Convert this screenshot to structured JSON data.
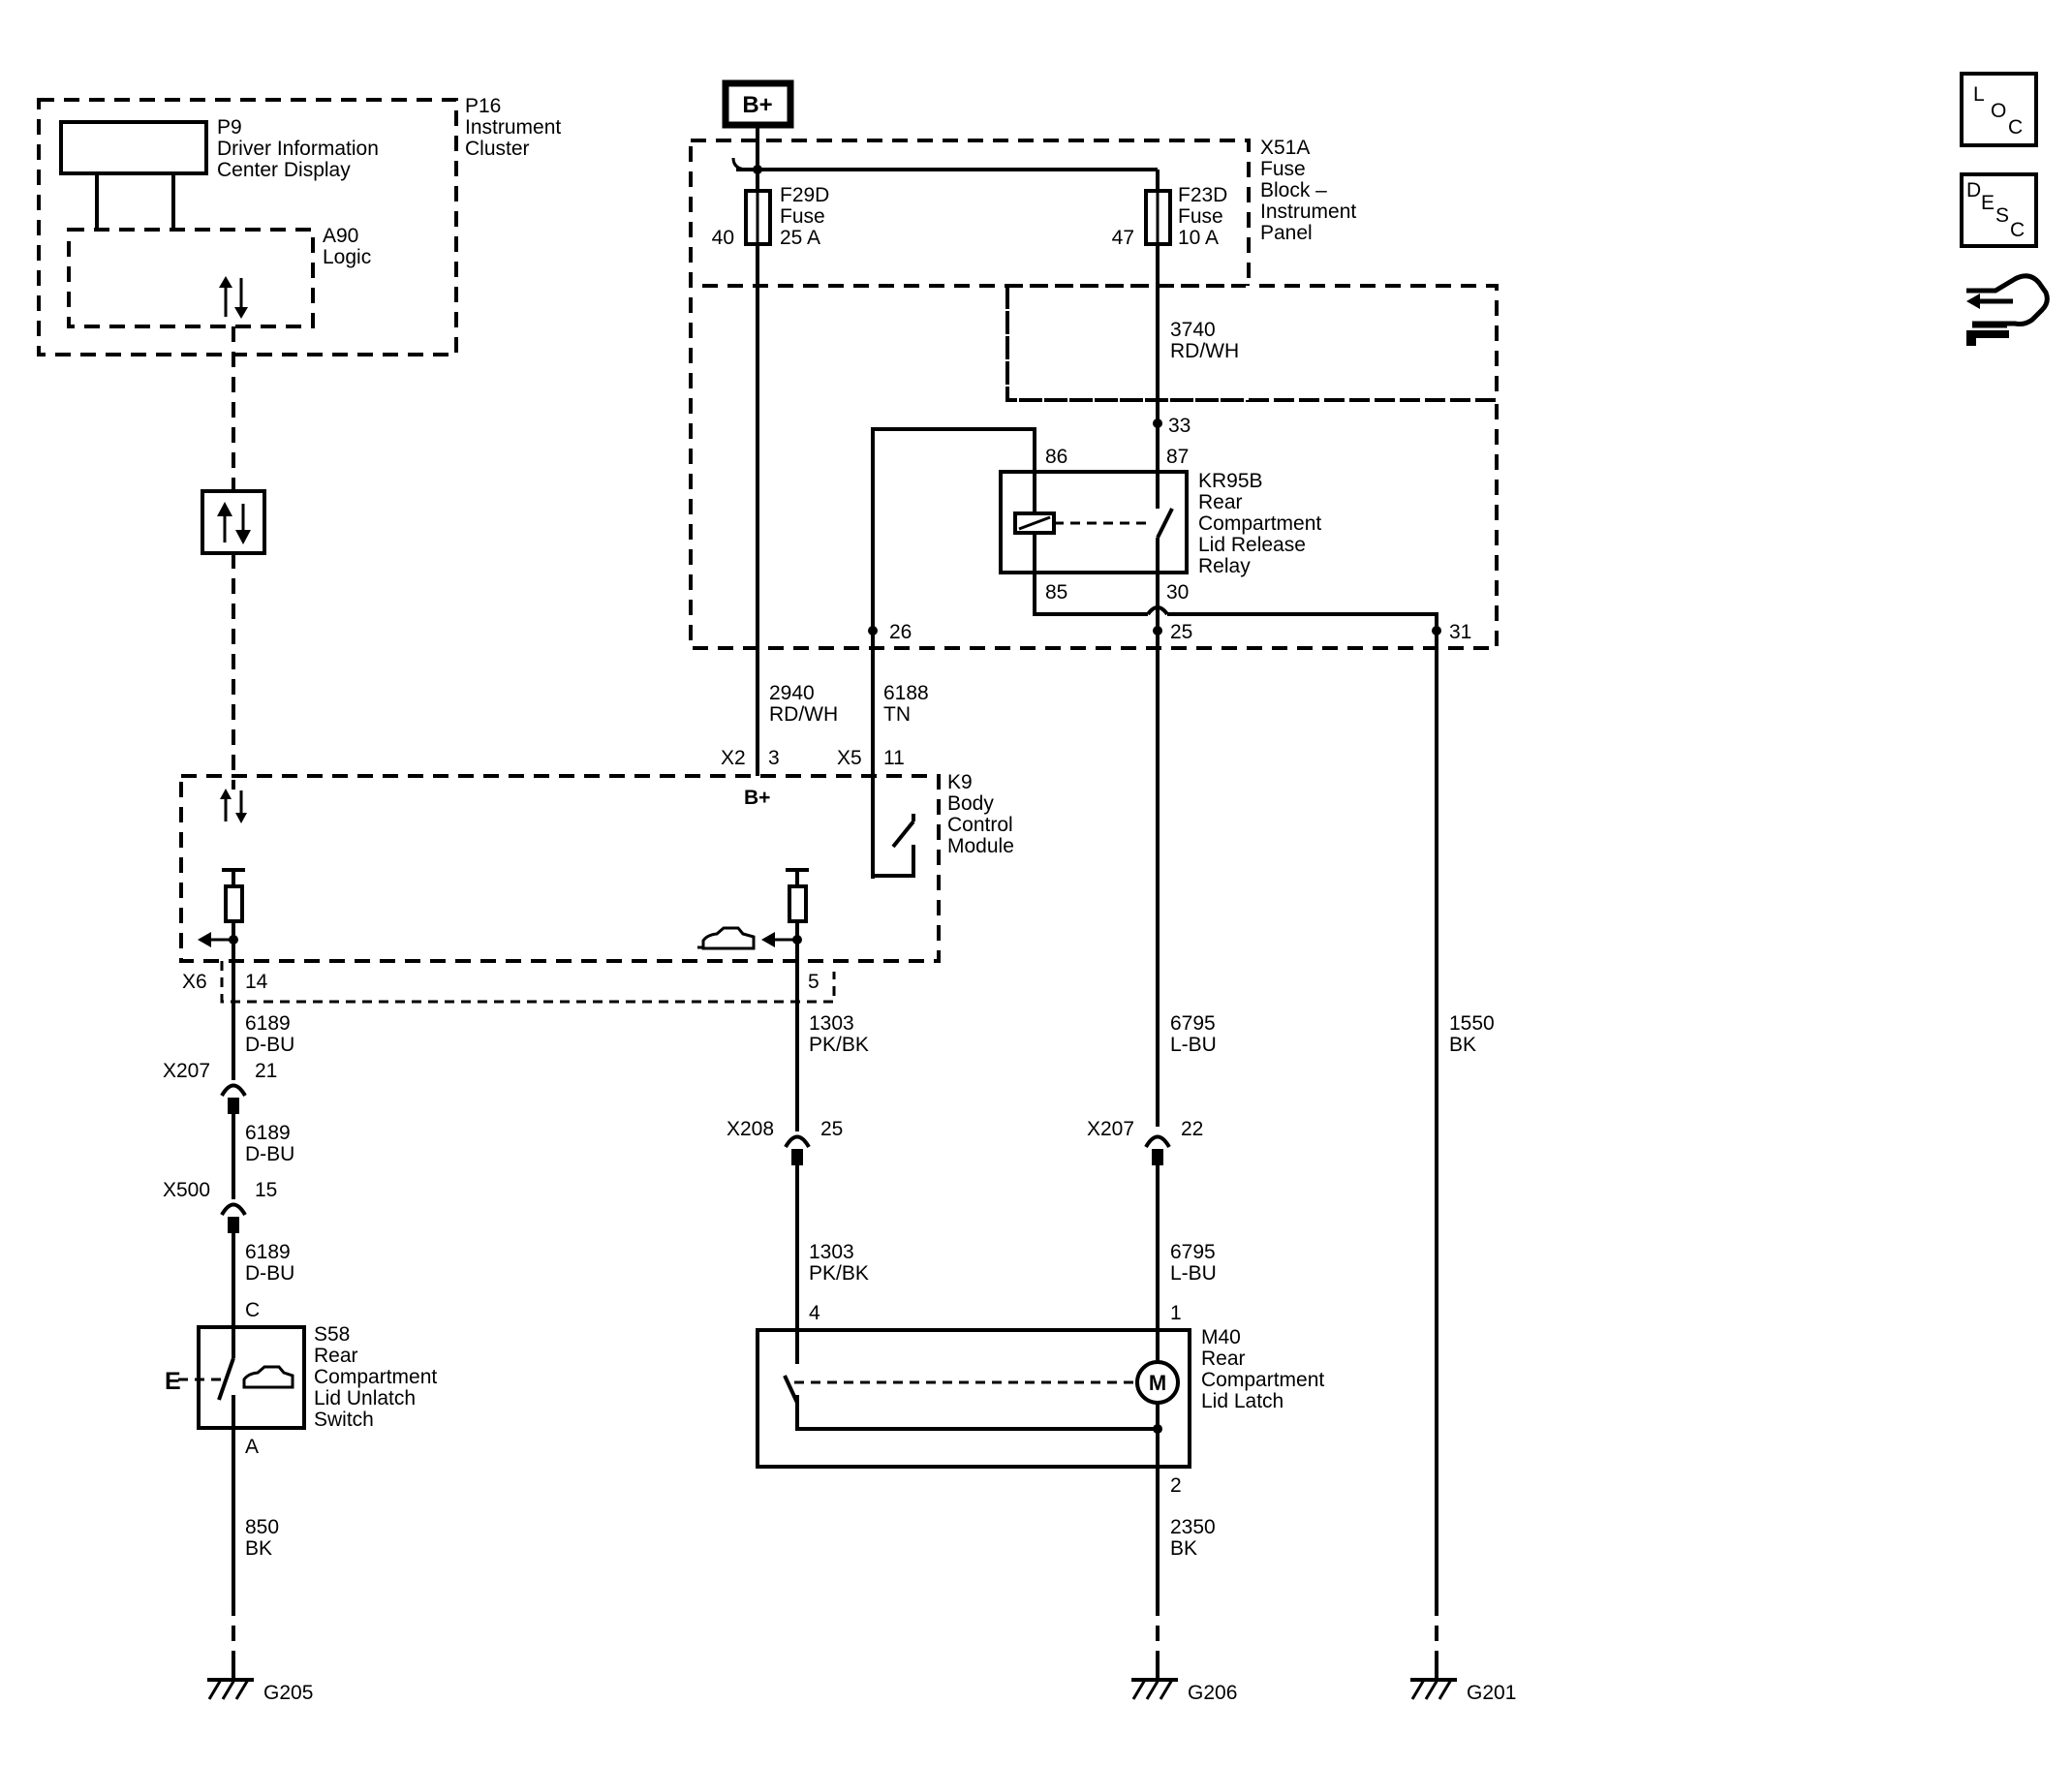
{
  "components": {
    "p16": {
      "id": "P16",
      "lines": [
        "Instrument",
        "Cluster"
      ]
    },
    "p9": {
      "id": "P9",
      "lines": [
        "Driver Information",
        "Center Display"
      ]
    },
    "a90": {
      "id": "A90",
      "lines": [
        "Logic"
      ]
    },
    "x51a": {
      "id": "X51A",
      "lines": [
        "Fuse",
        "Block –",
        "Instrument",
        "Panel"
      ]
    },
    "f29d": {
      "id": "F29D",
      "lines": [
        "Fuse",
        "25 A"
      ],
      "pin": "40"
    },
    "f23d": {
      "id": "F23D",
      "lines": [
        "Fuse",
        "10 A"
      ],
      "pin": "47"
    },
    "kr95b": {
      "id": "KR95B",
      "lines": [
        "Rear",
        "Compartment",
        "Lid Release",
        "Relay"
      ]
    },
    "k9": {
      "id": "K9",
      "lines": [
        "Body",
        "Control",
        "Module"
      ]
    },
    "s58": {
      "id": "S58",
      "lines": [
        "Rear",
        "Compartment",
        "Lid Unlatch",
        "Switch"
      ]
    },
    "m40": {
      "id": "M40",
      "lines": [
        "Rear",
        "Compartment",
        "Lid Latch"
      ]
    }
  },
  "battery_label": "B+",
  "k9_bplus": "B+",
  "motor_symbol": "M",
  "switch_ext_mark": "E",
  "relay_pins": {
    "p86": "86",
    "p87": "87",
    "p85": "85",
    "p30": "30"
  },
  "fuse_block_pins": {
    "p33": "33",
    "p26": "26",
    "p25": "25",
    "p31": "31"
  },
  "connectors": {
    "x2": "X2",
    "x2_pin": "3",
    "x5": "X5",
    "x5_pin": "11",
    "x6": "X6",
    "x6_pin14": "14",
    "x6_pin5": "5",
    "x207_a": "X207",
    "x207_a_pin": "21",
    "x500": "X500",
    "x500_pin": "15",
    "x208": "X208",
    "x208_pin": "25",
    "x207_b": "X207",
    "x207_b_pin": "22"
  },
  "switch_pins": {
    "c": "C",
    "a": "A"
  },
  "motor_pins": {
    "p4": "4",
    "p1": "1",
    "p2": "2"
  },
  "wires": {
    "w3740": {
      "circuit": "3740",
      "color": "RD/WH"
    },
    "w2940": {
      "circuit": "2940",
      "color": "RD/WH"
    },
    "w6188": {
      "circuit": "6188",
      "color": "TN"
    },
    "w6189a": {
      "circuit": "6189",
      "color": "D-BU"
    },
    "w6189b": {
      "circuit": "6189",
      "color": "D-BU"
    },
    "w6189c": {
      "circuit": "6189",
      "color": "D-BU"
    },
    "w1303a": {
      "circuit": "1303",
      "color": "PK/BK"
    },
    "w1303b": {
      "circuit": "1303",
      "color": "PK/BK"
    },
    "w6795a": {
      "circuit": "6795",
      "color": "L-BU"
    },
    "w6795b": {
      "circuit": "6795",
      "color": "L-BU"
    },
    "w1550": {
      "circuit": "1550",
      "color": "BK"
    },
    "w850": {
      "circuit": "850",
      "color": "BK"
    },
    "w2350": {
      "circuit": "2350",
      "color": "BK"
    }
  },
  "grounds": {
    "g205": "G205",
    "g206": "G206",
    "g201": "G201"
  },
  "side_icons": {
    "loc": {
      "letters": [
        "L",
        "O",
        "C"
      ],
      "icon": "location-icon"
    },
    "desc": {
      "letters": [
        "D",
        "E",
        "S",
        "C"
      ],
      "icon": "description-icon"
    },
    "connector_icon": "connector-hand-icon"
  }
}
